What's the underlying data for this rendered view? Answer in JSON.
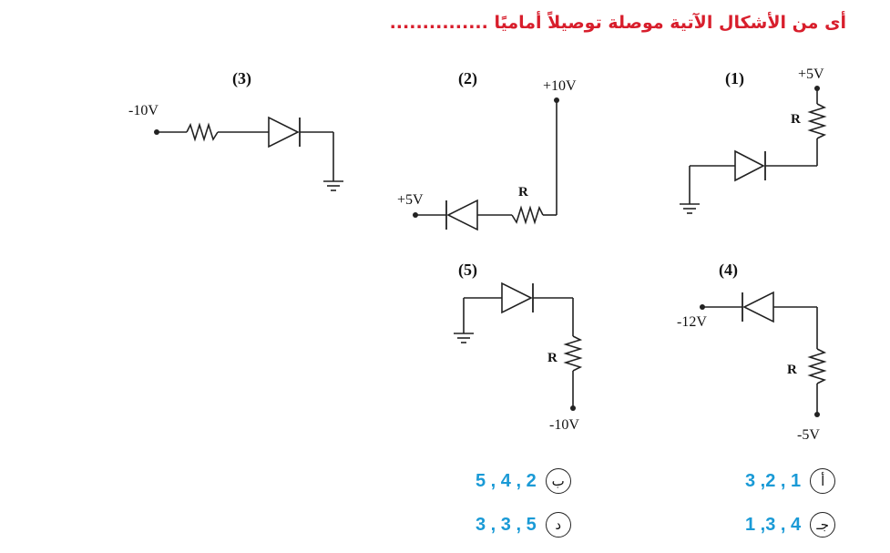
{
  "question": "أى من الأشكال الآتية موصلة توصيلاً أماميًا ...............",
  "figures": [
    {
      "num": "(1)",
      "voltages": [
        "+5V"
      ],
      "resistor": "R"
    },
    {
      "num": "(2)",
      "voltages": [
        "+10V",
        "+5V"
      ],
      "resistor": "R"
    },
    {
      "num": "(3)",
      "voltages": [
        "-10V"
      ],
      "resistor": ""
    },
    {
      "num": "(4)",
      "voltages": [
        "-12V",
        "-5V"
      ],
      "resistor": "R"
    },
    {
      "num": "(5)",
      "voltages": [
        "-10V"
      ],
      "resistor": "R"
    }
  ],
  "options": [
    {
      "letter": "أ",
      "value": "3 ,2 , 1"
    },
    {
      "letter": "ب",
      "value": "5 , 4 , 2"
    },
    {
      "letter": "جـ",
      "value": "1 ,3 , 4"
    },
    {
      "letter": "د",
      "value": "3 , 3 , 5"
    }
  ]
}
